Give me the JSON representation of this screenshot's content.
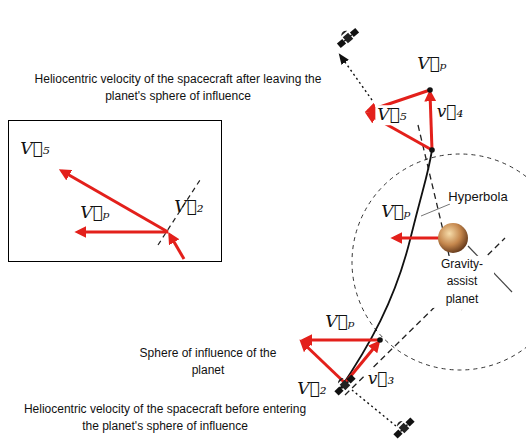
{
  "diagram": {
    "nodes": [
      {
        "text": [
          "V⃗₅",
          "V⃗ₚ",
          "V⃗₂"
        ]
      }
    ],
    "labels": [
      "V⃗ₚ",
      "Heliocentric velocity of the spacecraft after leaving the planet's sphere of influence",
      "V⃗₅",
      "v⃗₄",
      "Hyperbola",
      "V⃗ₚ",
      "Gravity-assist planet",
      "Sphere of influence of the planet",
      "V⃗ₚ",
      "v⃗₃",
      "V⃗₂",
      "Heliocentric velocity of the spacecraft before entering the planet's sphere of influence"
    ]
  }
}
